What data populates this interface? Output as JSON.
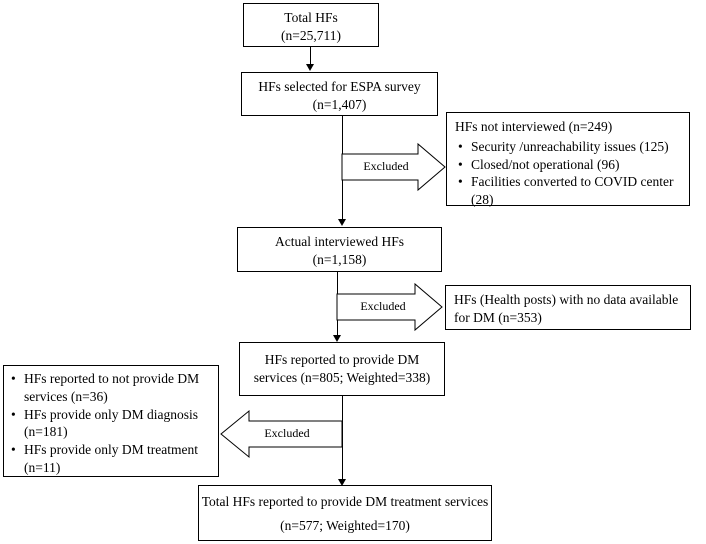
{
  "boxes": {
    "total": {
      "title": "Total HFs",
      "n": "(n=25,711)"
    },
    "selected": {
      "title": "HFs selected for ESPA survey",
      "n": "(n=1,407)"
    },
    "not_interviewed": {
      "title": "HFs not interviewed (n=249)",
      "items": [
        "Security /unreachability issues (125)",
        "Closed/not operational (96)",
        "Facilities converted to COVID center (28)"
      ]
    },
    "interviewed": {
      "title": "Actual interviewed HFs",
      "n": "(n=1,158)"
    },
    "health_posts": {
      "line1": "HFs (Health posts) with no data available",
      "line2": "for DM (n=353)"
    },
    "provide_dm": {
      "line1": "HFs reported to provide DM",
      "line2": "services (n=805; Weighted=338)"
    },
    "excluded_dm": {
      "items": [
        {
          "line1": "HFs reported to not provide DM",
          "line2": "services (n=36)"
        },
        {
          "line1": "HFs provide only DM diagnosis",
          "line2": "(n=181)"
        },
        {
          "line1": "HFs provide only DM treatment",
          "line2": "(n=11)"
        }
      ]
    },
    "final": {
      "title": "Total HFs reported to provide DM treatment services",
      "n": "(n=577; Weighted=170)"
    }
  },
  "arrows": {
    "excluded_1": "Excluded",
    "excluded_2": "Excluded",
    "excluded_3": "Excluded"
  }
}
